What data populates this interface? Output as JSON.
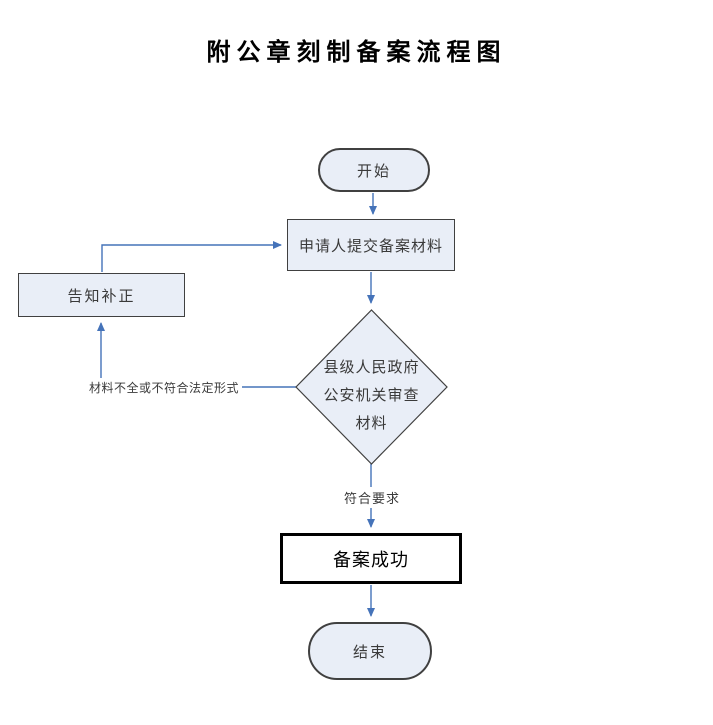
{
  "title": "附公章刻制备案流程图",
  "nodes": {
    "start": {
      "label": "开始"
    },
    "submit": {
      "label": "申请人提交备案材料"
    },
    "review": {
      "line1": "县级人民政府",
      "line2": "公安机关审查",
      "line3": "材料"
    },
    "notify": {
      "label": "告知补正"
    },
    "success": {
      "label": "备案成功"
    },
    "end": {
      "label": "结束"
    }
  },
  "edge_labels": {
    "reject": "材料不全或不符合法定形式",
    "accept": "符合要求"
  },
  "colors": {
    "node-fill": "#e9eef7",
    "node-border": "#404040",
    "connector": "#4573b9",
    "success-border": "#000000",
    "text": "#3a3a3a",
    "title-color": "#000000"
  }
}
